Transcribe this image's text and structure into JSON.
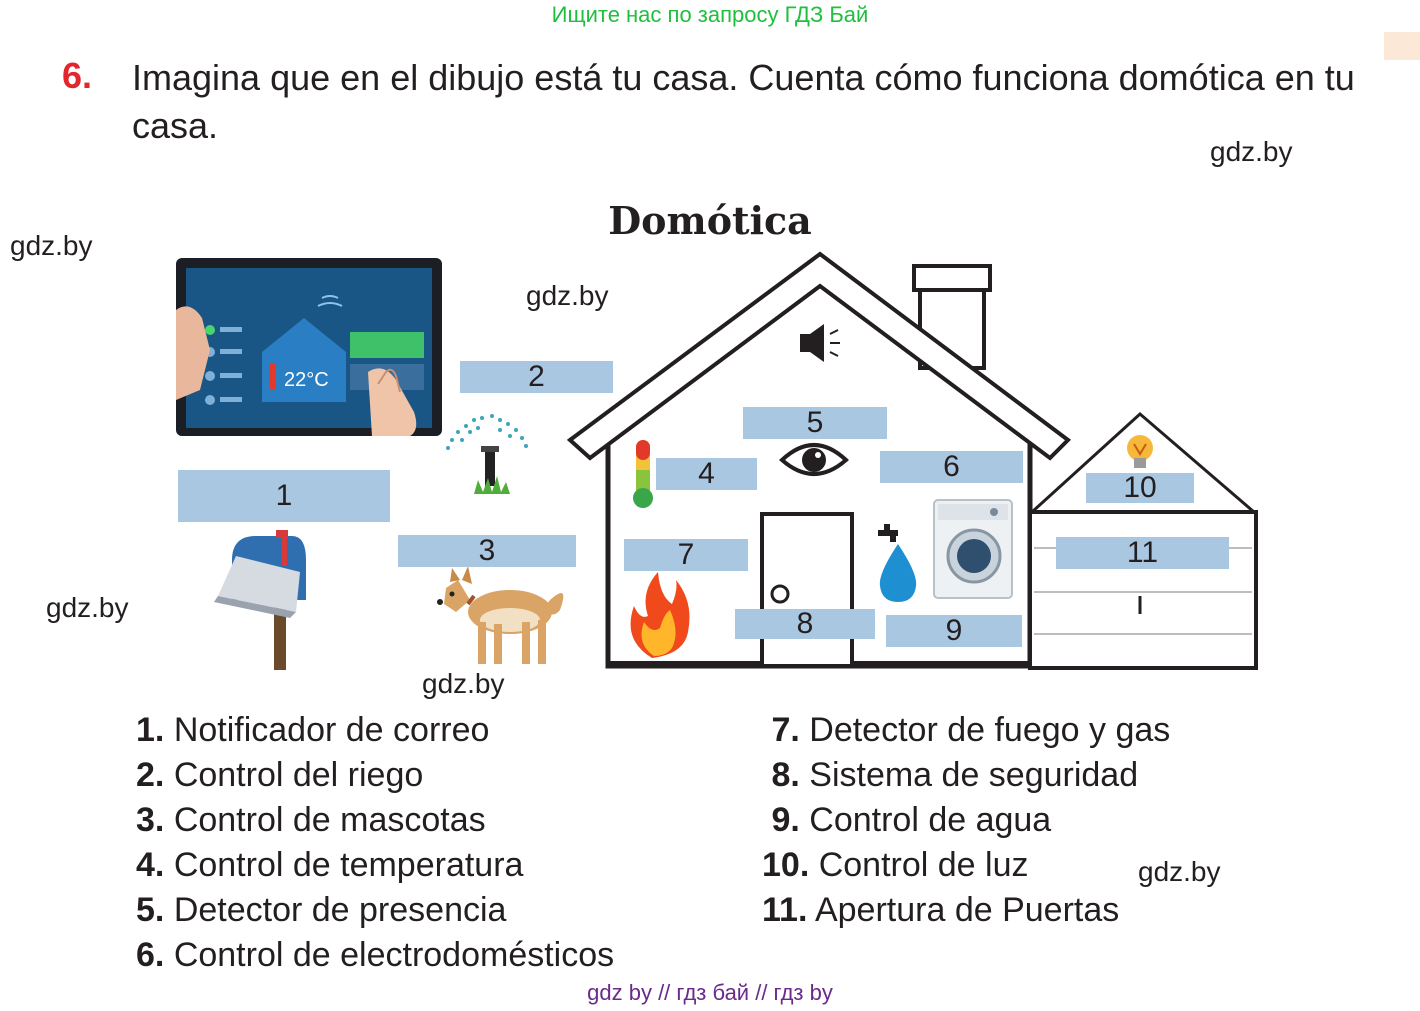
{
  "header": {
    "note": "Ищите нас по запросу ГДЗ Бай"
  },
  "task": {
    "number": "6.",
    "text": "Imagina que en el dibujo está tu casa. Cuenta cómo funciona domótica en tu casa."
  },
  "watermark": "gdz.by",
  "figure": {
    "title": "Domótica",
    "tablet_temperature": "22°C",
    "labels": [
      "1",
      "2",
      "3",
      "4",
      "5",
      "6",
      "7",
      "8",
      "9",
      "10",
      "11"
    ]
  },
  "legend": {
    "left": [
      {
        "num": "1.",
        "text": "Notificador de correo"
      },
      {
        "num": "2.",
        "text": "Control del riego"
      },
      {
        "num": "3.",
        "text": "Control de mascotas"
      },
      {
        "num": "4.",
        "text": "Control de temperatura"
      },
      {
        "num": "5.",
        "text": "Detector de presencia"
      },
      {
        "num": "6.",
        "text": "Control de electrodomésticos"
      }
    ],
    "right": [
      {
        "num": "7.",
        "text": "Detector de fuego y gas"
      },
      {
        "num": "8.",
        "text": "Sistema de seguridad"
      },
      {
        "num": "9.",
        "text": "Control de agua"
      },
      {
        "num": "10.",
        "text": "Control de luz"
      },
      {
        "num": "11.",
        "text": "Apertura de Puertas"
      }
    ]
  },
  "footer": {
    "text": "gdz by  //  гдз бай  //  гдз by"
  },
  "colors": {
    "label_box": "#a9c7e0",
    "task_number": "#e3262e",
    "top_note": "#1fbf3f",
    "footer": "#6a2a8c"
  }
}
